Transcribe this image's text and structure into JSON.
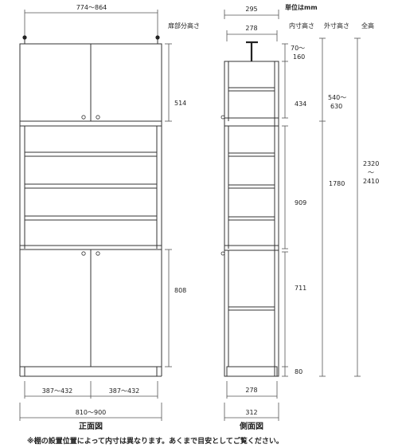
{
  "front": {
    "top_width": "774〜864",
    "door_half_left": "387〜432",
    "door_half_right": "387〜432",
    "total_width": "810〜900",
    "upper_door_height": "514",
    "lower_door_height": "808",
    "title": "正面図"
  },
  "side": {
    "top_depth": "295",
    "inner_depth_top": "278",
    "inner_depth_bottom": "278",
    "total_depth": "312",
    "title": "側面図"
  },
  "headers": {
    "unit": "単位はmm",
    "door_height": "扉部分高さ",
    "inner_height": "内寸高さ",
    "outer_height": "外寸高さ",
    "total_height": "全高"
  },
  "inner_heights": {
    "top_gap_a": "70〜",
    "top_gap_b": "160",
    "upper": "434",
    "middle": "909",
    "lower": "711",
    "plinth": "80"
  },
  "outer_heights": {
    "upper_a": "540〜",
    "upper_b": "630",
    "lower": "1780"
  },
  "total_height": {
    "a": "2320",
    "b": "〜",
    "c": "2410"
  },
  "footnote": "※棚の設置位置によって内寸は異なります。あくまで目安としてご覧ください。"
}
